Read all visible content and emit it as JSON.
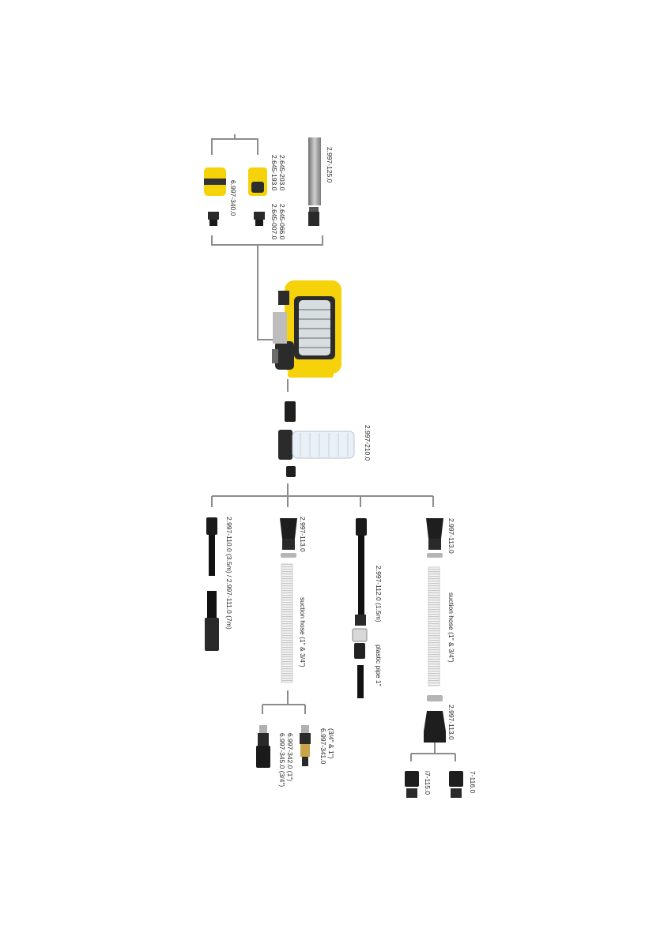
{
  "colors": {
    "accent": "#f5d20a",
    "line": "#8c8c8c",
    "dark": "#1e1e1e"
  },
  "labels": {
    "hose_connector": "6.997-340.0",
    "tap_adapters": [
      "2.645-007.0",
      "2.645-066.0"
    ],
    "hose_couplings": [
      "2.645-193.0",
      "2.645-203.0"
    ],
    "pressure_hose": "2.997-125.0",
    "prefilter": "2.997-210.0",
    "suction_set": "2.997-110.0 (3.5m) / 2.997-111.0 (7m)",
    "connector_top": "2.997-113.0",
    "suction_hose_a": "suction hose (1\" & 3/4\")",
    "plastic_pipe_set": "2.997-112.0  (1.5m)",
    "plastic_pipe": "plastic pipe 1\"",
    "connector_bottom": "2.997-113.0",
    "suction_hose_b": "suction hose (1\" & 3/4\")",
    "connector_lower": "2.997-113.0",
    "foot_valves": [
      "6.997-345.0 (3/4\")",
      "6.997-342.0 (1\")"
    ],
    "filter_valve": [
      "6.997-341.0",
      "(3/4\" & 1\")"
    ],
    "adapter_a": "i7-115.0",
    "adapter_b": "7-116.0"
  }
}
